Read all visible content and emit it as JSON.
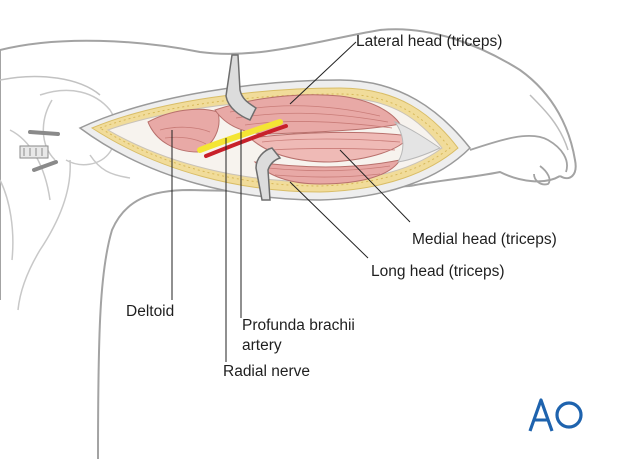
{
  "labels": {
    "lateral_head": "Lateral head (triceps)",
    "medial_head": "Medial head (triceps)",
    "long_head": "Long head (triceps)",
    "deltoid": "Deltoid",
    "profunda_line1": "Profunda brachii",
    "profunda_line2": "artery",
    "radial_nerve": "Radial nerve"
  },
  "logo": {
    "text": "AO",
    "color": "#1e63ae"
  },
  "colors": {
    "outline": "#9a9a9a",
    "muscle": "#e8a9a6",
    "muscle_fiber": "#c97c78",
    "fat": "#f1dc9a",
    "artery": "#c8202a",
    "nerve": "#f4e534",
    "retractor": "#7a7a7a",
    "leader": "#222222"
  }
}
